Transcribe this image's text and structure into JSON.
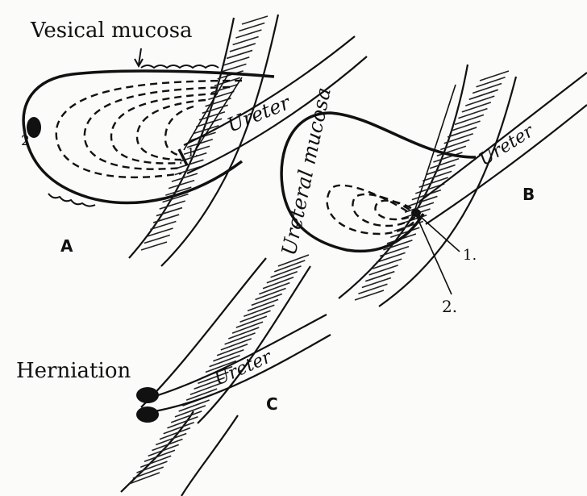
{
  "figure": {
    "labels": {
      "vesical_mucosa": "Vesical mucosa",
      "ureteral_mucosa": "Ureteral mucosa",
      "herniation": "Herniation",
      "ureter_a": "Ureter",
      "ureter_b": "Ureter",
      "ureter_c": "Ureter"
    },
    "panels": {
      "a": "A",
      "b": "B",
      "c": "C"
    },
    "points": {
      "a_1": "1.",
      "a_2": "2",
      "b_1": "1.",
      "b_2": "2."
    }
  }
}
